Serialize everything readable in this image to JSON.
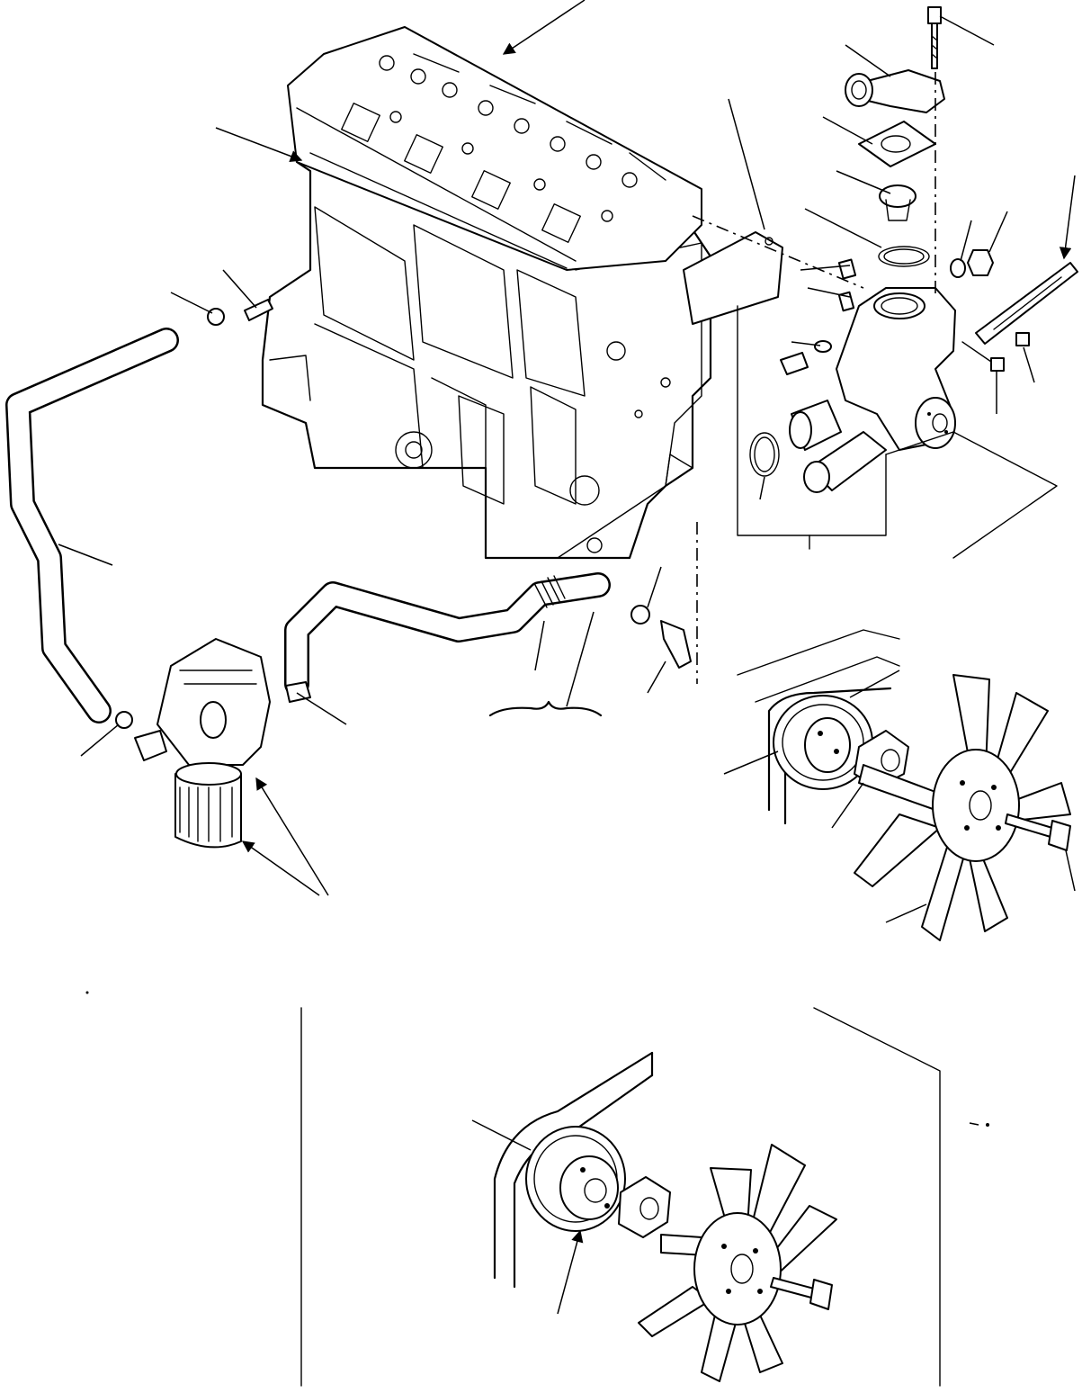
{
  "figure": {
    "labels": [],
    "callout_count": 30,
    "icons": [
      "engine-block",
      "cylinder-head",
      "thermostat-housing",
      "water-pump",
      "fan",
      "fan-pulley",
      "v-belt",
      "water-hose",
      "oil-cooler",
      "filter-cartridge"
    ]
  }
}
